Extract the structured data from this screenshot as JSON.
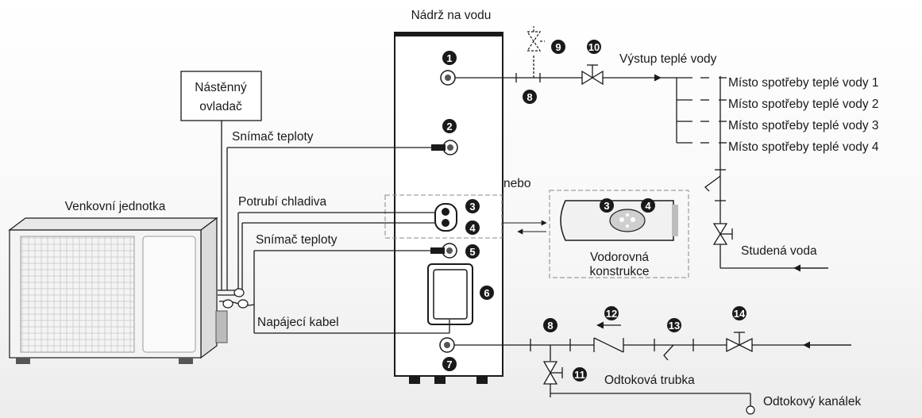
{
  "labels": {
    "tank": "Nádrž na vodu",
    "wall_controller_line1": "Nástěnný",
    "wall_controller_line2": "ovladač",
    "temp_sensor_top": "Snímač teploty",
    "temp_sensor_bottom": "Snímač teploty",
    "outdoor_unit": "Venkovní jednotka",
    "refrigerant_pipe": "Potrubí chladiva",
    "power_cable": "Napájecí kabel",
    "or": "nebo",
    "horizontal_line1": "Vodorovná",
    "horizontal_line2": "konstrukce",
    "hot_water_outlet": "Výstup teplé vody",
    "tap_1": "Místo spotřeby teplé vody 1",
    "tap_2": "Místo spotřeby teplé vody 2",
    "tap_3": "Místo spotřeby teplé vody 3",
    "tap_4": "Místo spotřeby teplé vody 4",
    "cold_water": "Studená voda",
    "drain_pipe": "Odtoková trubka",
    "drain_channel": "Odtokový kanálek"
  },
  "markers": {
    "m1": "1",
    "m2": "2",
    "m3": "3",
    "m4": "4",
    "m5": "5",
    "m6": "6",
    "m7": "7",
    "m8a": "8",
    "m8b": "8",
    "m9": "9",
    "m10": "10",
    "m11": "11",
    "m12": "12",
    "m13": "13",
    "m14": "14",
    "m3b": "3",
    "m4b": "4"
  },
  "colors": {
    "ink": "#1a1a1a",
    "dashed": "#888888",
    "unit_body": "#f4f4f4"
  },
  "icons": [
    "valve-icon",
    "check-valve-icon",
    "strainer-icon",
    "safety-valve-icon",
    "arrow-icon"
  ]
}
